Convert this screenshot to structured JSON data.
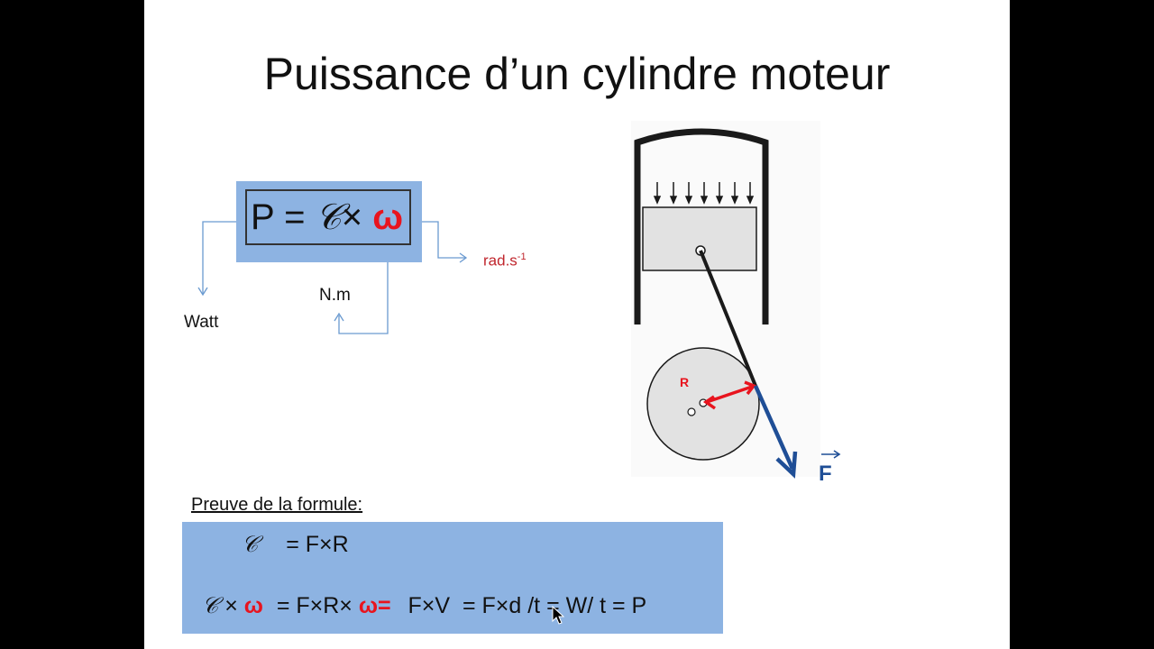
{
  "slide": {
    "title": "Puissance d’un cylindre moteur"
  },
  "formula": {
    "P": "P",
    "equals": "=",
    "torque_symbol": "𝒞",
    "times": "×",
    "omega": "ω"
  },
  "units": {
    "watt": "Watt",
    "newton_meter": "N.m",
    "rad_base": "rad.s",
    "rad_exponent": "-1"
  },
  "diagram": {
    "radius_label": "R",
    "force_label": "F"
  },
  "proof": {
    "label": "Preuve de la formule:",
    "line1": {
      "torque_symbol": "𝒞",
      "rest": "= F×R"
    },
    "line2": {
      "torque_symbol": "𝒞",
      "times": "×",
      "omega": "ω",
      "part1": "= F×R×",
      "omega_eq": "ω=",
      "part2": "F×V  = F×d /t = W/ t = P"
    }
  },
  "colors": {
    "box_fill": "#8db3e2",
    "accent_red": "#e8141e",
    "unit_red": "#c0262d",
    "force_blue": "#1f4e96",
    "connector": "#6a9ad0"
  }
}
